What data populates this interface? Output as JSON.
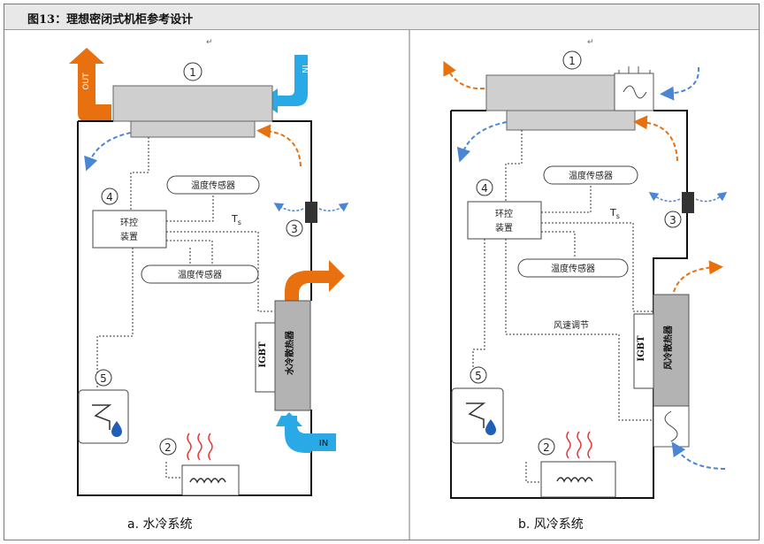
{
  "title": "图13：理想密闭式机柜参考设计",
  "panel_a": {
    "caption": "a.  水冷系统",
    "num1": "1",
    "num2": "2",
    "num3": "3",
    "num4": "4",
    "num5": "5",
    "out_label": "OUT",
    "in_top_label": "IN",
    "in_bottom_label": "IN",
    "sensor_top": "温度传感器",
    "sensor_mid": "温度传感器",
    "controller_line1": "环控",
    "controller_line2": "装置",
    "ts_main": "T",
    "ts_sub": "s",
    "igbt": "IGBT",
    "radiator": "水冷散热器",
    "colors": {
      "water": "#e8700f",
      "cold": "#29a9e6"
    }
  },
  "panel_b": {
    "caption": "b.  风冷系统",
    "num1": "1",
    "num2": "2",
    "num3": "3",
    "num4": "4",
    "num5": "5",
    "sensor_top": "温度传感器",
    "sensor_mid": "温度传感器",
    "controller_line1": "环控",
    "controller_line2": "装置",
    "ts_main": "T",
    "ts_sub": "s",
    "speed_control": "风速调节",
    "igbt": "IGBT",
    "radiator": "风冷散热器"
  },
  "return_mark": "↵"
}
